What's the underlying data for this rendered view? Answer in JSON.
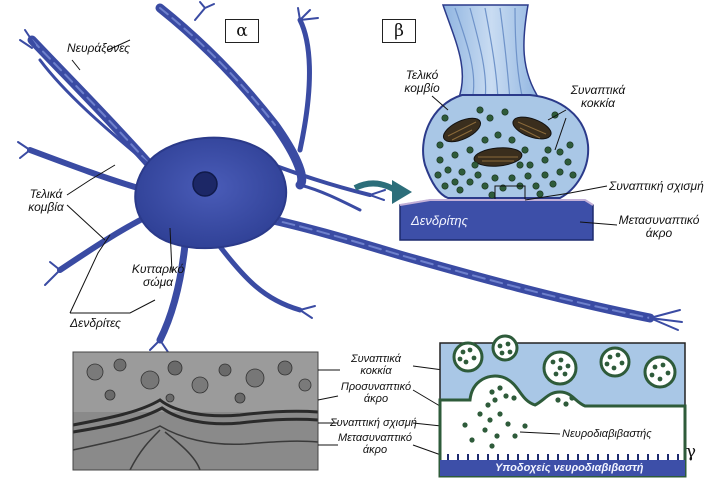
{
  "panels": {
    "a": "α",
    "b": "β",
    "c": "γ"
  },
  "neuron": {
    "axons": "Νευράξονες",
    "terminals": [
      "Τελικά",
      "κομβία"
    ],
    "cell_body": [
      "Κυτταρικό",
      "σώμα"
    ],
    "dendrites": "Δενδρίτες"
  },
  "synapse": {
    "terminal": [
      "Τελικό",
      "κομβίο"
    ],
    "vesicles": [
      "Συναπτικά",
      "κοκκία"
    ],
    "cleft": "Συναπτική σχισμή",
    "dendrite": "Δενδρίτης",
    "postsynaptic": [
      "Μετασυναπτικό",
      "άκρο"
    ]
  },
  "micro": {
    "vesicles": [
      "Συναπτικά",
      "κοκκία"
    ],
    "presynaptic": [
      "Προσυναπτικό",
      "άκρο"
    ],
    "cleft": "Συναπτική σχισμή",
    "postsynaptic": [
      "Μετασυναπτικό",
      "άκρο"
    ]
  },
  "detail": {
    "neurotransmitter": "Νευροδιαβιβαστής",
    "receptors": "Υποδοχείς νευροδιαβιβαστή"
  },
  "colors": {
    "neuron": "#3d4fa8",
    "knob": "#a9c7e6",
    "dendrite_block": "#3d4fa8",
    "vesicle": "#2e5b3a"
  }
}
